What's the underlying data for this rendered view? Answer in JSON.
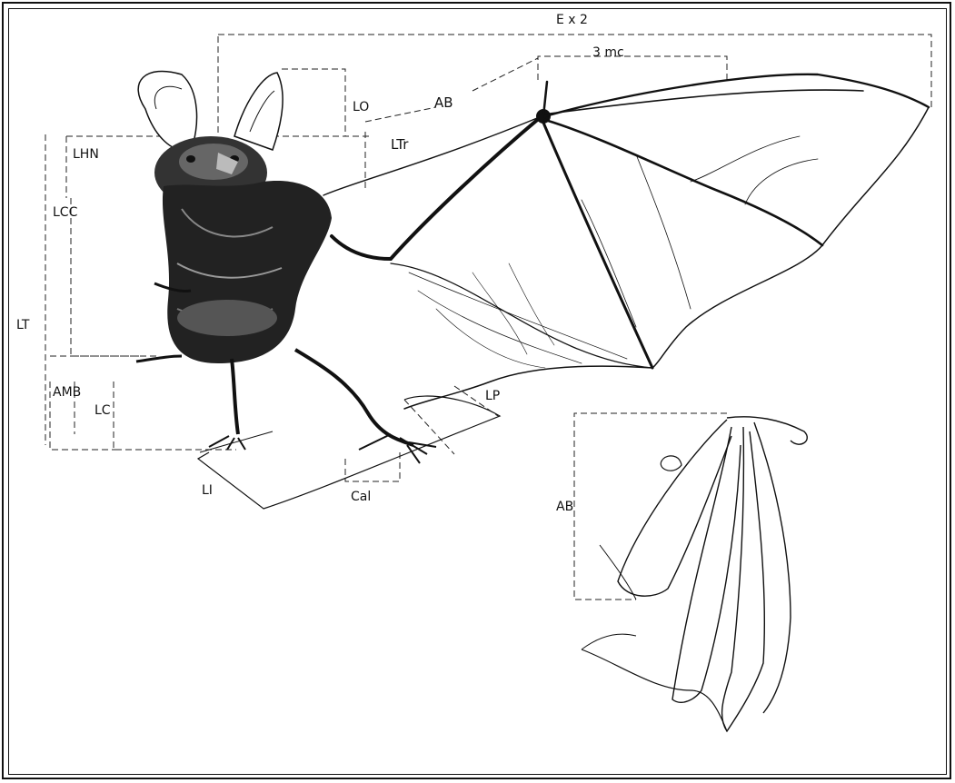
{
  "labels": {
    "wingspan": "E x 2",
    "third_metacarpal": "3 mc",
    "forearm": "AB",
    "ear_length": "LO",
    "tragus": "LTr",
    "head_body": "LHN",
    "head_trunk": "LCC",
    "total_length": "LT",
    "hind_leg": "AMB",
    "tail": "LC",
    "foot": "LP",
    "calcar": "Cal",
    "uropatagium": "LI",
    "inset_forearm": "AB"
  },
  "colors": {
    "ink": "#111111",
    "paper": "#ffffff"
  }
}
